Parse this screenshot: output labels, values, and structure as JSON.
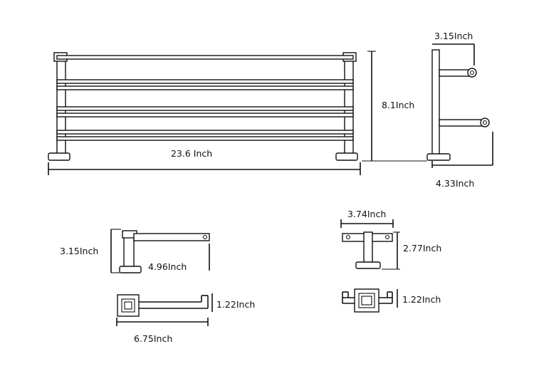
{
  "labels": {
    "shelf_width": "23.6 Inch",
    "shelf_height": "8.1Inch",
    "side_top": "3.15Inch",
    "side_depth": "4.33Inch",
    "holder_height": "3.15Inch",
    "holder_arm": "4.96Inch",
    "holder_base": "1.22Inch",
    "holder_width": "6.75Inch",
    "hook_width": "3.74Inch",
    "hook_height": "2.77Inch",
    "hook_base": "1.22Inch"
  },
  "colors": {
    "line": "#111111",
    "background": "#ffffff"
  }
}
